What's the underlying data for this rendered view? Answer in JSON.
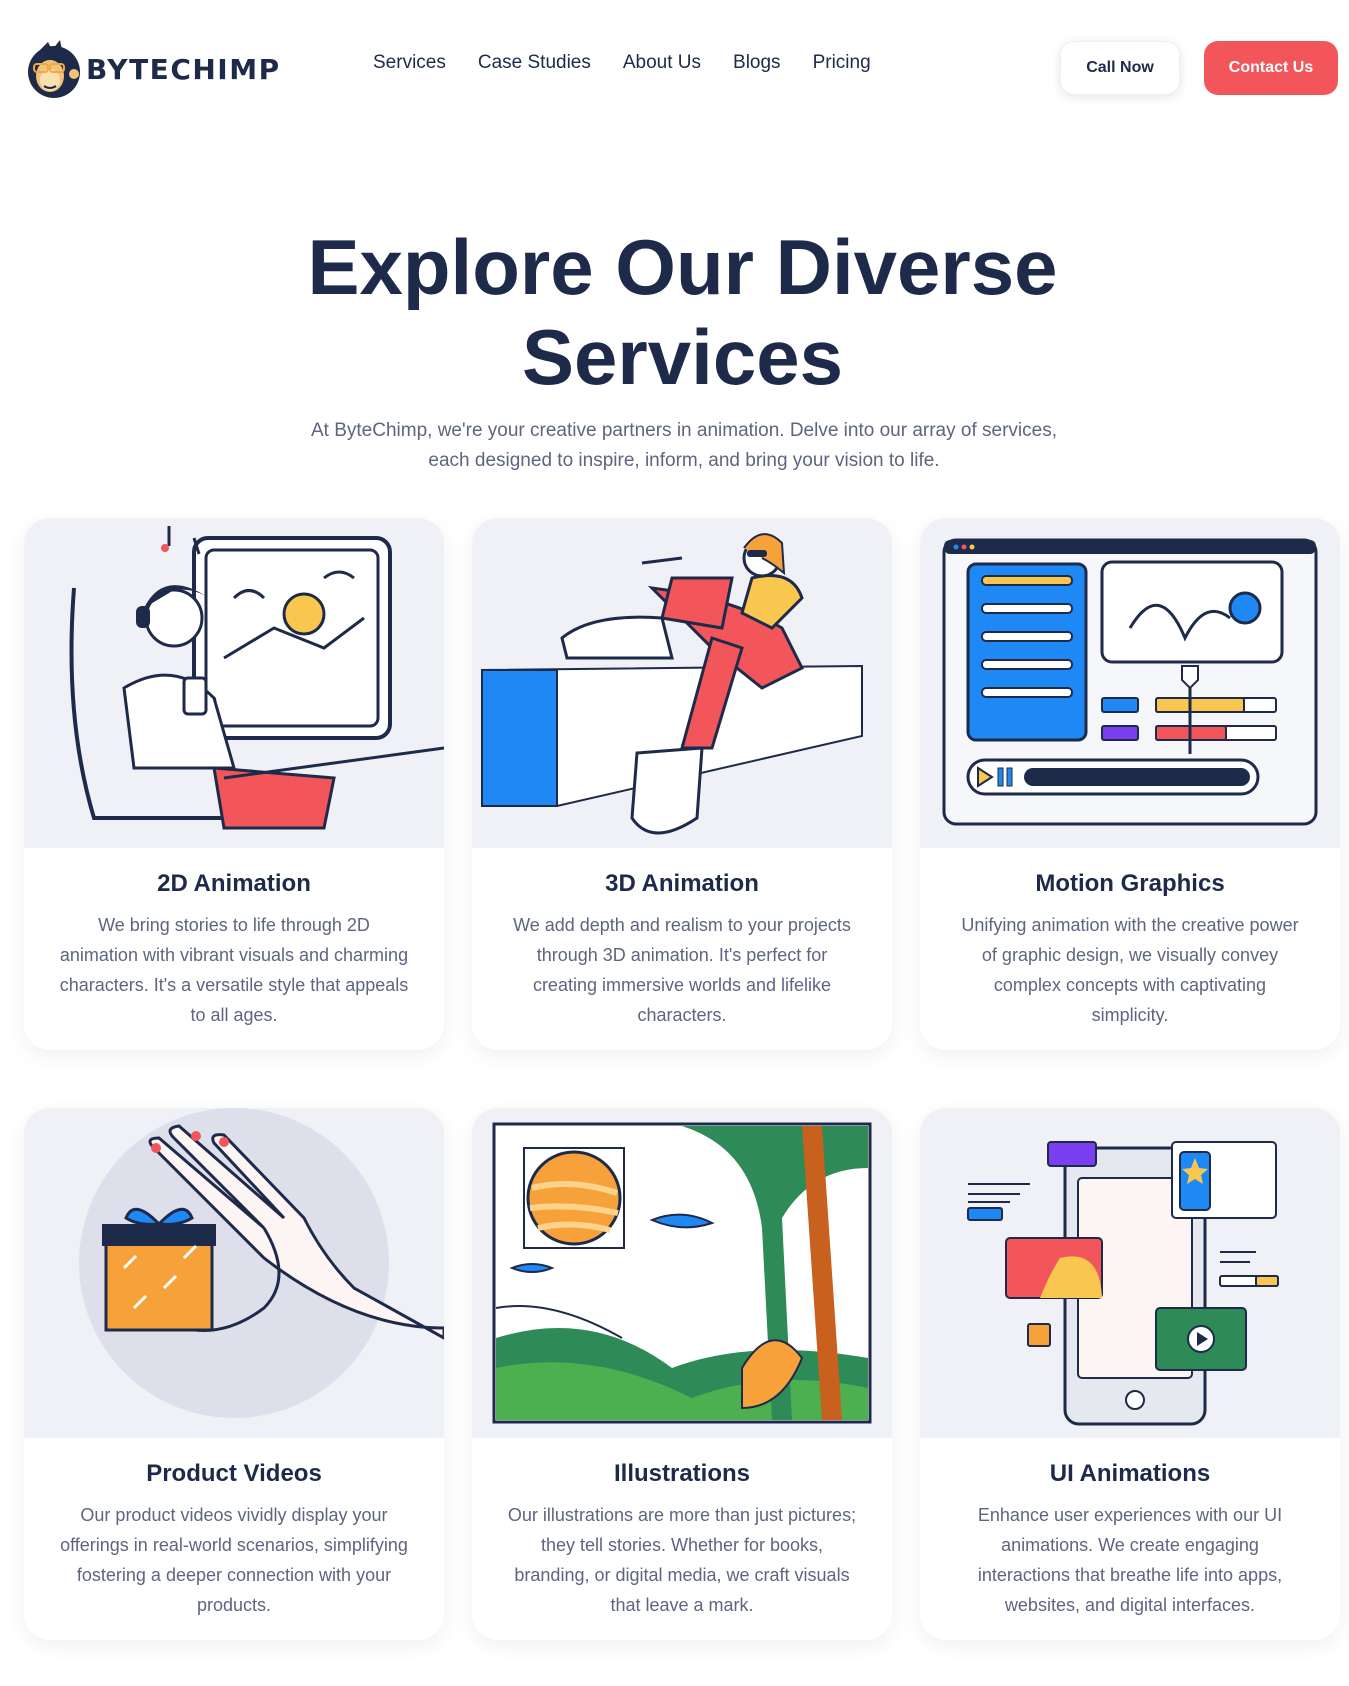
{
  "brand": {
    "name": "BYTECHIMP",
    "logo_icon": "chimp-logo-icon"
  },
  "nav": {
    "items": [
      {
        "label": "Services"
      },
      {
        "label": "Case Studies"
      },
      {
        "label": "About Us"
      },
      {
        "label": "Blogs"
      },
      {
        "label": "Pricing"
      }
    ]
  },
  "header": {
    "call_label": "Call Now",
    "contact_label": "Contact Us"
  },
  "hero": {
    "title_line1": "Explore Our Diverse",
    "title_line2": "Services",
    "subtitle_line1": "At ByteChimp, we're your creative partners in animation. Delve into our array of services,",
    "subtitle_line2": "each designed to inspire, inform, and bring your vision to life."
  },
  "services": [
    {
      "title": "2D Animation",
      "description": "We bring stories to life through 2D animation with vibrant visuals and charming characters. It's a versatile style that appeals to all ages.",
      "icon": "2d-animation-illustration"
    },
    {
      "title": "3D Animation",
      "description": "We add depth and realism to your projects through 3D animation. It's perfect for creating immersive worlds and lifelike characters.",
      "icon": "3d-animation-illustration"
    },
    {
      "title": "Motion Graphics",
      "description": "Unifying animation with the creative power of graphic design, we visually convey complex concepts with captivating simplicity.",
      "icon": "motion-graphics-illustration"
    },
    {
      "title": "Product Videos",
      "description": "Our product videos vividly display your offerings in real-world scenarios, simplifying fostering a deeper connection with your products.",
      "icon": "product-videos-illustration"
    },
    {
      "title": "Illustrations",
      "description": "Our illustrations are more than just pictures; they tell stories. Whether for books, branding, or digital media, we craft visuals that leave a mark.",
      "icon": "illustrations-illustration"
    },
    {
      "title": "UI Animations",
      "description": "Enhance user experiences with our UI animations. We create engaging interactions that breathe life into apps, websites, and digital interfaces.",
      "icon": "ui-animations-illustration"
    }
  ],
  "colors": {
    "navy": "#1e2a4a",
    "accent": "#f2565a",
    "card_bg": "#f0f1f6",
    "blue": "#1e88f5",
    "yellow": "#f9c74f",
    "orange": "#f7a13a",
    "green": "#2e8b57"
  }
}
